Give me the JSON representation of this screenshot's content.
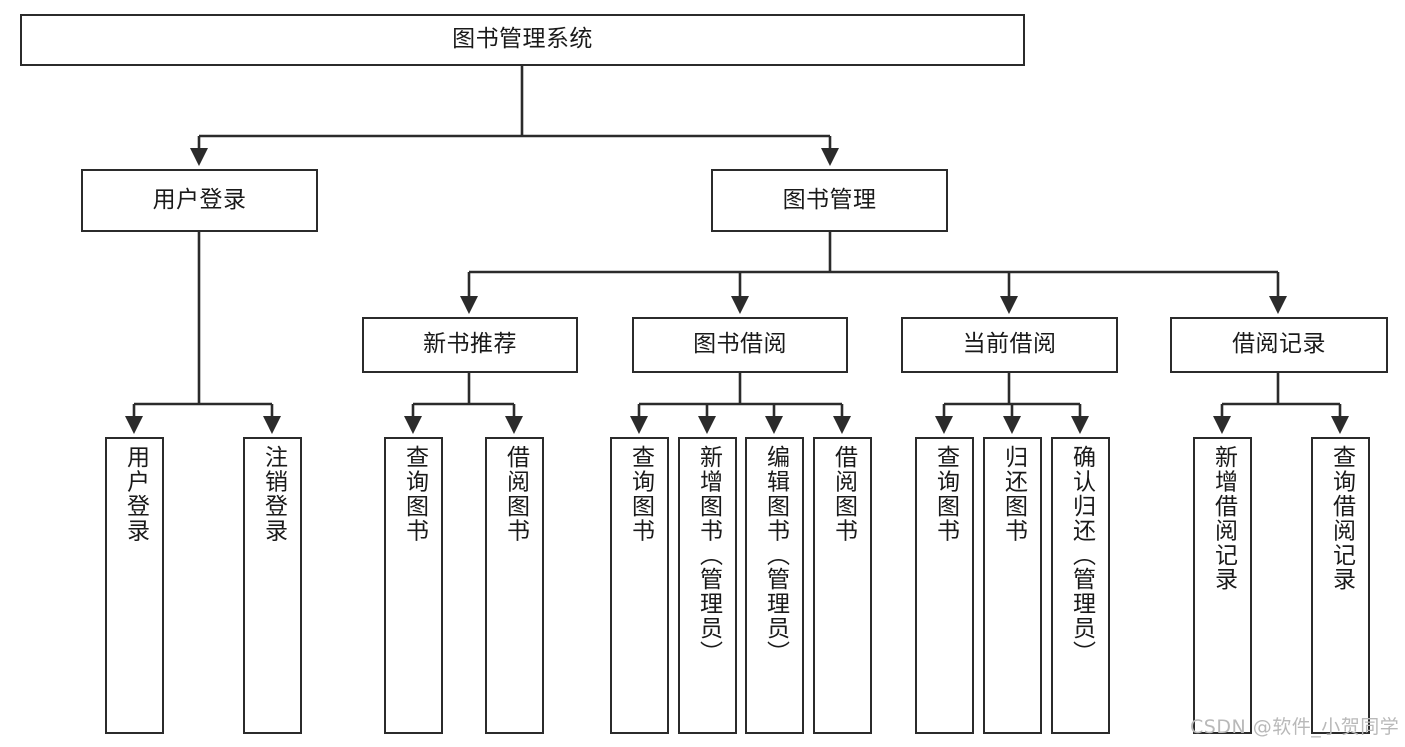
{
  "diagram": {
    "type": "tree",
    "title": "图书管理系统",
    "orientation": "top-down",
    "colors": {
      "node_border": "#2b2b2b",
      "node_fill": "#ffffff",
      "edge": "#2b2b2b",
      "text": "#1a1a1a",
      "watermark": "#b9b9b9",
      "background": "#ffffff"
    },
    "root": {
      "label": "图书管理系统"
    },
    "level2": [
      {
        "id": "user-login",
        "label": "用户登录"
      },
      {
        "id": "book-management",
        "label": "图书管理"
      }
    ],
    "level3": [
      {
        "id": "new-book-recommend",
        "label": "新书推荐",
        "parent": "book-management"
      },
      {
        "id": "book-borrow",
        "label": "图书借阅",
        "parent": "book-management"
      },
      {
        "id": "current-borrow",
        "label": "当前借阅",
        "parent": "book-management"
      },
      {
        "id": "borrow-record",
        "label": "借阅记录",
        "parent": "book-management"
      }
    ],
    "leaves": {
      "user_login": [
        {
          "id": "leaf-user-login",
          "label": "用户登录"
        },
        {
          "id": "leaf-logout-login",
          "label": "注销登录"
        }
      ],
      "new_book_recommend": [
        {
          "id": "leaf-query-book-1",
          "label": "查询图书"
        },
        {
          "id": "leaf-borrow-book-1",
          "label": "借阅图书"
        }
      ],
      "book_borrow": [
        {
          "id": "leaf-query-book-2",
          "label": "查询图书"
        },
        {
          "id": "leaf-add-book",
          "label": "新增图书（管理员）"
        },
        {
          "id": "leaf-edit-book",
          "label": "编辑图书（管理员）"
        },
        {
          "id": "leaf-borrow-book-2",
          "label": "借阅图书"
        }
      ],
      "current_borrow": [
        {
          "id": "leaf-query-book-3",
          "label": "查询图书"
        },
        {
          "id": "leaf-return-book",
          "label": "归还图书"
        },
        {
          "id": "leaf-confirm-return",
          "label": "确认归还（管理员）"
        }
      ],
      "borrow_record": [
        {
          "id": "leaf-add-record",
          "label": "新增借阅记录"
        },
        {
          "id": "leaf-query-record",
          "label": "查询借阅记录"
        }
      ]
    }
  },
  "watermark": {
    "text": "CSDN @软件_小贺同学"
  }
}
